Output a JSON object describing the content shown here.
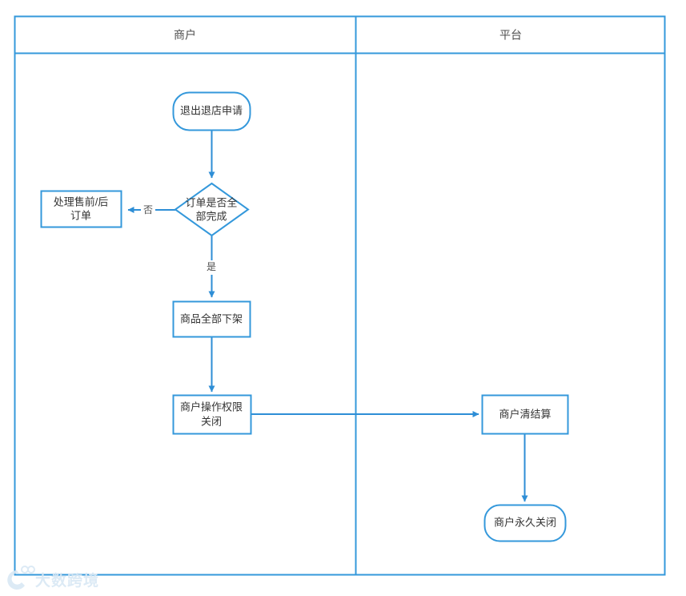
{
  "diagram": {
    "type": "flowchart-swimlane",
    "colors": {
      "stroke": "#3498db",
      "lane_border": "#3498db",
      "text": "#333333",
      "background": "#ffffff",
      "watermark": "#d9e8f5"
    },
    "lanes": [
      {
        "id": "lane-merchant",
        "title": "商户"
      },
      {
        "id": "lane-platform",
        "title": "平台"
      }
    ],
    "nodes": [
      {
        "id": "start",
        "label": "退出退店申请",
        "shape": "rounded-rectangle",
        "lane": "商户"
      },
      {
        "id": "decision-orders",
        "label": "订单是否全部完成",
        "shape": "diamond",
        "lane": "商户"
      },
      {
        "id": "handle-orders",
        "label": "处理售前/后订单",
        "shape": "rectangle",
        "lane": "商户"
      },
      {
        "id": "delist-products",
        "label": "商品全部下架",
        "shape": "rectangle",
        "lane": "商户"
      },
      {
        "id": "close-permissions",
        "label": "商户操作权限关闭",
        "shape": "rectangle",
        "lane": "商户"
      },
      {
        "id": "settlement",
        "label": "商户清结算",
        "shape": "rectangle",
        "lane": "平台"
      },
      {
        "id": "permanent-close",
        "label": "商户永久关闭",
        "shape": "rounded-rectangle",
        "lane": "平台"
      }
    ],
    "edges": [
      {
        "id": "edge-start-decision",
        "from": "start",
        "to": "decision-orders",
        "label": ""
      },
      {
        "id": "edge-decision-no",
        "from": "decision-orders",
        "to": "handle-orders",
        "label": "否"
      },
      {
        "id": "edge-decision-yes",
        "from": "decision-orders",
        "to": "delist-products",
        "label": "是"
      },
      {
        "id": "edge-delist-permissions",
        "from": "delist-products",
        "to": "close-permissions",
        "label": ""
      },
      {
        "id": "edge-permissions-settlement",
        "from": "close-permissions",
        "to": "settlement",
        "label": ""
      },
      {
        "id": "edge-settlement-close",
        "from": "settlement",
        "to": "permanent-close",
        "label": ""
      }
    ]
  },
  "watermark": {
    "text": "大数跨境",
    "logo": "logo-icon"
  }
}
